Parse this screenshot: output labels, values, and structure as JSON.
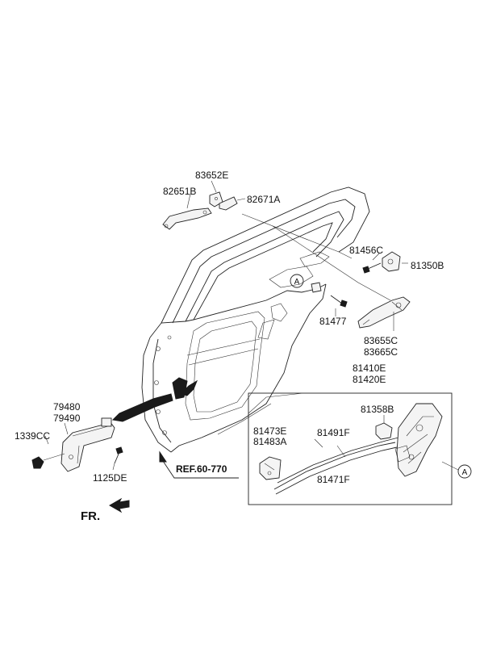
{
  "labels": {
    "p83652E": "83652E",
    "p82651B": "82651B",
    "p82671A": "82671A",
    "p81456C": "81456C",
    "p81350B": "81350B",
    "p81477": "81477",
    "p83655C": "83655C",
    "p83665C": "83665C",
    "p81410E": "81410E",
    "p81420E": "81420E",
    "p79480": "79480",
    "p79490": "79490",
    "p1339CC": "1339CC",
    "p1125DE": "1125DE",
    "p81358B": "81358B",
    "p81473E": "81473E",
    "p81483A": "81483A",
    "p81491F": "81491F",
    "p81471F": "81471F"
  },
  "reference": "REF.60-770",
  "front_indicator": "FR.",
  "callout_letter": "A"
}
